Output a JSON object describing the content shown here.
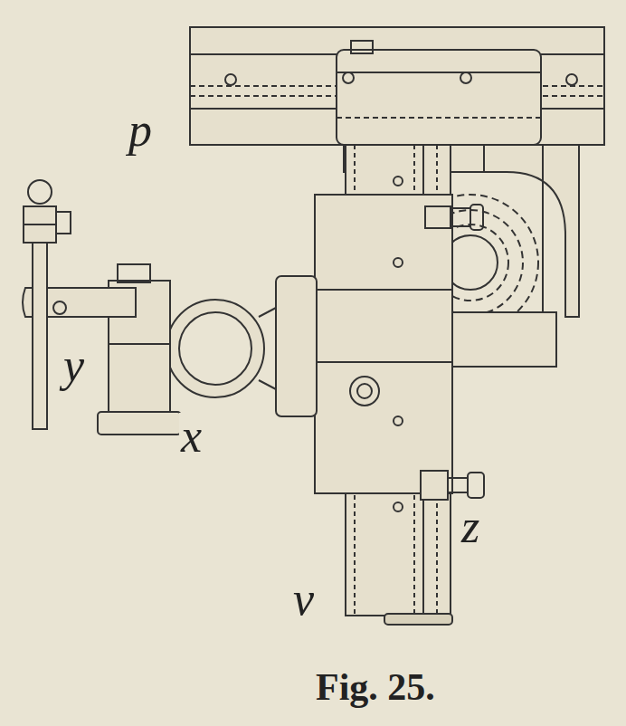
{
  "diagram": {
    "caption": "Fig. 25.",
    "labels": [
      "p",
      "y",
      "x",
      "z",
      "v"
    ]
  }
}
